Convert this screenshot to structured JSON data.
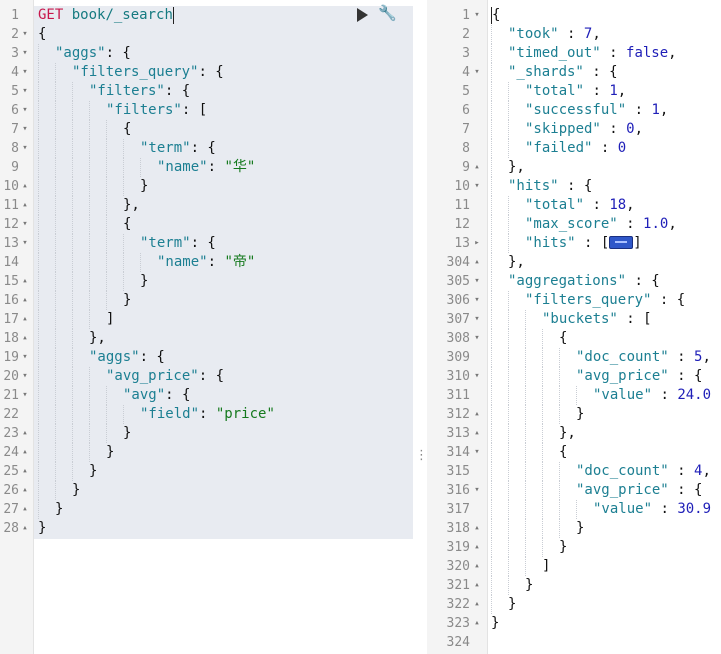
{
  "request": {
    "method": "GET",
    "endpoint": "book/_search",
    "lines": [
      {
        "n": "1",
        "f": "",
        "indent": 0,
        "tokens": []
      },
      {
        "n": "2",
        "f": "▾",
        "indent": 0,
        "tokens": [
          [
            "p",
            "{"
          ]
        ]
      },
      {
        "n": "3",
        "f": "▾",
        "indent": 1,
        "tokens": [
          [
            "key",
            "\"aggs\""
          ],
          [
            "p",
            ": {"
          ]
        ]
      },
      {
        "n": "4",
        "f": "▾",
        "indent": 2,
        "tokens": [
          [
            "key",
            "\"filters_query\""
          ],
          [
            "p",
            ": {"
          ]
        ]
      },
      {
        "n": "5",
        "f": "▾",
        "indent": 3,
        "tokens": [
          [
            "key",
            "\"filters\""
          ],
          [
            "p",
            ": {"
          ]
        ]
      },
      {
        "n": "6",
        "f": "▾",
        "indent": 4,
        "tokens": [
          [
            "key",
            "\"filters\""
          ],
          [
            "p",
            ": ["
          ]
        ]
      },
      {
        "n": "7",
        "f": "▾",
        "indent": 5,
        "tokens": [
          [
            "p",
            "{"
          ]
        ]
      },
      {
        "n": "8",
        "f": "▾",
        "indent": 6,
        "tokens": [
          [
            "key",
            "\"term\""
          ],
          [
            "p",
            ": {"
          ]
        ]
      },
      {
        "n": "9",
        "f": "",
        "indent": 7,
        "tokens": [
          [
            "key",
            "\"name\""
          ],
          [
            "p",
            ": "
          ],
          [
            "str",
            "\"华\""
          ]
        ]
      },
      {
        "n": "10",
        "f": "▴",
        "indent": 6,
        "tokens": [
          [
            "p",
            "}"
          ]
        ]
      },
      {
        "n": "11",
        "f": "▴",
        "indent": 5,
        "tokens": [
          [
            "p",
            "},"
          ]
        ]
      },
      {
        "n": "12",
        "f": "▾",
        "indent": 5,
        "tokens": [
          [
            "p",
            "{"
          ]
        ]
      },
      {
        "n": "13",
        "f": "▾",
        "indent": 6,
        "tokens": [
          [
            "key",
            "\"term\""
          ],
          [
            "p",
            ": {"
          ]
        ]
      },
      {
        "n": "14",
        "f": "",
        "indent": 7,
        "tokens": [
          [
            "key",
            "\"name\""
          ],
          [
            "p",
            ": "
          ],
          [
            "str",
            "\"帝\""
          ]
        ]
      },
      {
        "n": "15",
        "f": "▴",
        "indent": 6,
        "tokens": [
          [
            "p",
            "}"
          ]
        ]
      },
      {
        "n": "16",
        "f": "▴",
        "indent": 5,
        "tokens": [
          [
            "p",
            "}"
          ]
        ]
      },
      {
        "n": "17",
        "f": "▴",
        "indent": 4,
        "tokens": [
          [
            "p",
            "]"
          ]
        ]
      },
      {
        "n": "18",
        "f": "▴",
        "indent": 3,
        "tokens": [
          [
            "p",
            "},"
          ]
        ]
      },
      {
        "n": "19",
        "f": "▾",
        "indent": 3,
        "tokens": [
          [
            "key",
            "\"aggs\""
          ],
          [
            "p",
            ": {"
          ]
        ]
      },
      {
        "n": "20",
        "f": "▾",
        "indent": 4,
        "tokens": [
          [
            "key",
            "\"avg_price\""
          ],
          [
            "p",
            ": {"
          ]
        ]
      },
      {
        "n": "21",
        "f": "▾",
        "indent": 5,
        "tokens": [
          [
            "key",
            "\"avg\""
          ],
          [
            "p",
            ": {"
          ]
        ]
      },
      {
        "n": "22",
        "f": "",
        "indent": 6,
        "tokens": [
          [
            "key",
            "\"field\""
          ],
          [
            "p",
            ": "
          ],
          [
            "str",
            "\"price\""
          ]
        ]
      },
      {
        "n": "23",
        "f": "▴",
        "indent": 5,
        "tokens": [
          [
            "p",
            "}"
          ]
        ]
      },
      {
        "n": "24",
        "f": "▴",
        "indent": 4,
        "tokens": [
          [
            "p",
            "}"
          ]
        ]
      },
      {
        "n": "25",
        "f": "▴",
        "indent": 3,
        "tokens": [
          [
            "p",
            "}"
          ]
        ]
      },
      {
        "n": "26",
        "f": "▴",
        "indent": 2,
        "tokens": [
          [
            "p",
            "}"
          ]
        ]
      },
      {
        "n": "27",
        "f": "▴",
        "indent": 1,
        "tokens": [
          [
            "p",
            "}"
          ]
        ]
      },
      {
        "n": "28",
        "f": "▴",
        "indent": 0,
        "tokens": [
          [
            "p",
            "}"
          ]
        ]
      }
    ]
  },
  "response": {
    "lines": [
      {
        "n": "1",
        "f": "▾",
        "indent": 0,
        "tokens": [
          [
            "p",
            "{"
          ]
        ]
      },
      {
        "n": "2",
        "f": "",
        "indent": 1,
        "tokens": [
          [
            "key",
            "\"took\""
          ],
          [
            "p",
            " : "
          ],
          [
            "num",
            "7"
          ],
          [
            "p",
            ","
          ]
        ]
      },
      {
        "n": "3",
        "f": "",
        "indent": 1,
        "tokens": [
          [
            "key",
            "\"timed_out\""
          ],
          [
            "p",
            " : "
          ],
          [
            "kw",
            "false"
          ],
          [
            "p",
            ","
          ]
        ]
      },
      {
        "n": "4",
        "f": "▾",
        "indent": 1,
        "tokens": [
          [
            "key",
            "\"_shards\""
          ],
          [
            "p",
            " : {"
          ]
        ]
      },
      {
        "n": "5",
        "f": "",
        "indent": 2,
        "tokens": [
          [
            "key",
            "\"total\""
          ],
          [
            "p",
            " : "
          ],
          [
            "num",
            "1"
          ],
          [
            "p",
            ","
          ]
        ]
      },
      {
        "n": "6",
        "f": "",
        "indent": 2,
        "tokens": [
          [
            "key",
            "\"successful\""
          ],
          [
            "p",
            " : "
          ],
          [
            "num",
            "1"
          ],
          [
            "p",
            ","
          ]
        ]
      },
      {
        "n": "7",
        "f": "",
        "indent": 2,
        "tokens": [
          [
            "key",
            "\"skipped\""
          ],
          [
            "p",
            " : "
          ],
          [
            "num",
            "0"
          ],
          [
            "p",
            ","
          ]
        ]
      },
      {
        "n": "8",
        "f": "",
        "indent": 2,
        "tokens": [
          [
            "key",
            "\"failed\""
          ],
          [
            "p",
            " : "
          ],
          [
            "num",
            "0"
          ]
        ]
      },
      {
        "n": "9",
        "f": "▴",
        "indent": 1,
        "tokens": [
          [
            "p",
            "},"
          ]
        ]
      },
      {
        "n": "10",
        "f": "▾",
        "indent": 1,
        "tokens": [
          [
            "key",
            "\"hits\""
          ],
          [
            "p",
            " : {"
          ]
        ]
      },
      {
        "n": "11",
        "f": "",
        "indent": 2,
        "tokens": [
          [
            "key",
            "\"total\""
          ],
          [
            "p",
            " : "
          ],
          [
            "num",
            "18"
          ],
          [
            "p",
            ","
          ]
        ]
      },
      {
        "n": "12",
        "f": "",
        "indent": 2,
        "tokens": [
          [
            "key",
            "\"max_score\""
          ],
          [
            "p",
            " : "
          ],
          [
            "num",
            "1.0"
          ],
          [
            "p",
            ","
          ]
        ]
      },
      {
        "n": "13",
        "f": "▸",
        "indent": 2,
        "tokens": [
          [
            "key",
            "\"hits\""
          ],
          [
            "p",
            " : ["
          ],
          [
            "collapsed",
            ""
          ],
          [
            "p",
            "]"
          ]
        ]
      },
      {
        "n": "304",
        "f": "▴",
        "indent": 1,
        "tokens": [
          [
            "p",
            "},"
          ]
        ]
      },
      {
        "n": "305",
        "f": "▾",
        "indent": 1,
        "tokens": [
          [
            "key",
            "\"aggregations\""
          ],
          [
            "p",
            " : {"
          ]
        ]
      },
      {
        "n": "306",
        "f": "▾",
        "indent": 2,
        "tokens": [
          [
            "key",
            "\"filters_query\""
          ],
          [
            "p",
            " : {"
          ]
        ]
      },
      {
        "n": "307",
        "f": "▾",
        "indent": 3,
        "tokens": [
          [
            "key",
            "\"buckets\""
          ],
          [
            "p",
            " : ["
          ]
        ]
      },
      {
        "n": "308",
        "f": "▾",
        "indent": 4,
        "tokens": [
          [
            "p",
            "{"
          ]
        ]
      },
      {
        "n": "309",
        "f": "",
        "indent": 5,
        "tokens": [
          [
            "key",
            "\"doc_count\""
          ],
          [
            "p",
            " : "
          ],
          [
            "num",
            "5"
          ],
          [
            "p",
            ","
          ]
        ]
      },
      {
        "n": "310",
        "f": "▾",
        "indent": 5,
        "tokens": [
          [
            "key",
            "\"avg_price\""
          ],
          [
            "p",
            " : {"
          ]
        ]
      },
      {
        "n": "311",
        "f": "",
        "indent": 6,
        "tokens": [
          [
            "key",
            "\"value\""
          ],
          [
            "p",
            " : "
          ],
          [
            "num",
            "24.0"
          ]
        ]
      },
      {
        "n": "312",
        "f": "▴",
        "indent": 5,
        "tokens": [
          [
            "p",
            "}"
          ]
        ]
      },
      {
        "n": "313",
        "f": "▴",
        "indent": 4,
        "tokens": [
          [
            "p",
            "},"
          ]
        ]
      },
      {
        "n": "314",
        "f": "▾",
        "indent": 4,
        "tokens": [
          [
            "p",
            "{"
          ]
        ]
      },
      {
        "n": "315",
        "f": "",
        "indent": 5,
        "tokens": [
          [
            "key",
            "\"doc_count\""
          ],
          [
            "p",
            " : "
          ],
          [
            "num",
            "4"
          ],
          [
            "p",
            ","
          ]
        ]
      },
      {
        "n": "316",
        "f": "▾",
        "indent": 5,
        "tokens": [
          [
            "key",
            "\"avg_price\""
          ],
          [
            "p",
            " : {"
          ]
        ]
      },
      {
        "n": "317",
        "f": "",
        "indent": 6,
        "tokens": [
          [
            "key",
            "\"value\""
          ],
          [
            "p",
            " : "
          ],
          [
            "num",
            "30.9"
          ]
        ]
      },
      {
        "n": "318",
        "f": "▴",
        "indent": 5,
        "tokens": [
          [
            "p",
            "}"
          ]
        ]
      },
      {
        "n": "319",
        "f": "▴",
        "indent": 4,
        "tokens": [
          [
            "p",
            "}"
          ]
        ]
      },
      {
        "n": "320",
        "f": "▴",
        "indent": 3,
        "tokens": [
          [
            "p",
            "]"
          ]
        ]
      },
      {
        "n": "321",
        "f": "▴",
        "indent": 2,
        "tokens": [
          [
            "p",
            "}"
          ]
        ]
      },
      {
        "n": "322",
        "f": "▴",
        "indent": 1,
        "tokens": [
          [
            "p",
            "}"
          ]
        ]
      },
      {
        "n": "323",
        "f": "▴",
        "indent": 0,
        "tokens": [
          [
            "p",
            "}"
          ]
        ]
      },
      {
        "n": "324",
        "f": "",
        "indent": 0,
        "tokens": []
      }
    ]
  },
  "icons": {
    "run": "play-icon",
    "settings": "wrench-icon",
    "resize": "vertical-ellipsis-icon",
    "collapsed": "collapsed-array-icon"
  }
}
